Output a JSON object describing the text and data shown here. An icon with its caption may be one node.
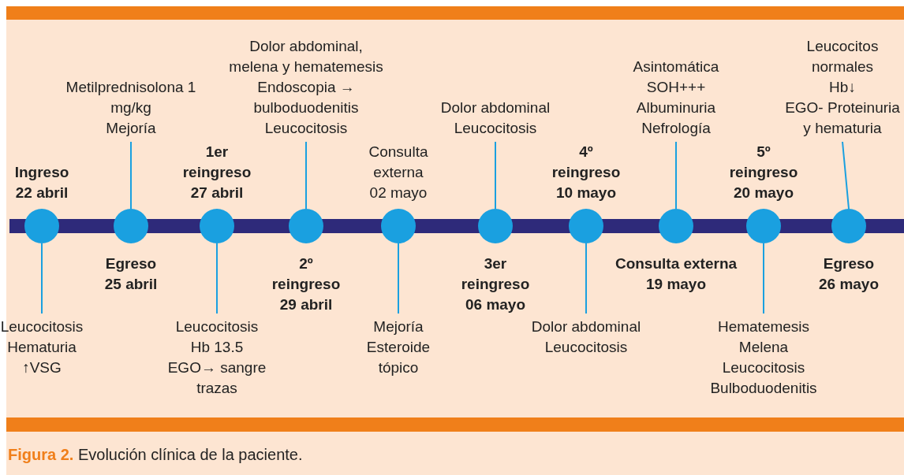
{
  "diagram": {
    "caption": "**Figura 2.** Evolución clínica de la paciente.",
    "nodes": [
      {
        "text": [],
        "shape": "circle",
        "beside": [
          "Ingreso",
          "22 abril"
        ]
      },
      {
        "text": [],
        "shape": "circle",
        "beside": [
          "Egreso",
          "25 abril"
        ]
      },
      {
        "text": [],
        "shape": "circle",
        "beside": [
          "1er reingreso",
          "27 abril"
        ]
      },
      {
        "text": [],
        "shape": "circle",
        "beside": [
          "2º reingreso",
          "29 abril"
        ]
      },
      {
        "text": [],
        "shape": "circle",
        "beside": [
          "Consulta externa",
          "02 mayo"
        ]
      },
      {
        "text": [],
        "shape": "circle",
        "beside": [
          "3er reingreso",
          "06 mayo"
        ]
      },
      {
        "text": [],
        "shape": "circle",
        "beside": [
          "4º reingreso",
          "10 mayo"
        ]
      },
      {
        "text": [],
        "shape": "circle",
        "beside": [
          "Consulta externa",
          "19 mayo"
        ]
      },
      {
        "text": [],
        "shape": "circle",
        "beside": [
          "5º reingreso",
          "20 mayo"
        ]
      },
      {
        "text": [],
        "shape": "circle",
        "beside": [
          "Egreso",
          "26 mayo"
        ]
      },
      {
        "text": [
          "Leucocitosis",
          "Hematuria",
          "↑VSG"
        ]
      },
      {
        "text": [
          "Metilprednisolona 1 mg/kg",
          "Mejoría"
        ]
      },
      {
        "text": [
          "Leucocitosis",
          "Hb 13.5",
          "EGO→ sangre trazas"
        ]
      },
      {
        "text": [
          "Dolor abdominal, melena y hematemesis",
          "Endoscopia → bulboduodenitis",
          "Leucocitosis"
        ]
      },
      {
        "text": [
          "Mejoría",
          "Esteroide tópico"
        ]
      },
      {
        "text": [
          "Dolor abdominal",
          "Leucocitosis"
        ]
      },
      {
        "text": [
          "Dolor abdominal",
          "Leucocitosis"
        ]
      },
      {
        "text": [
          "Asintomática",
          "SOH+++",
          "Albuminuria",
          "Nefrología"
        ]
      },
      {
        "text": [
          "Hematemesis",
          "Melena",
          "Leucocitosis",
          "Bulboduodenitis"
        ]
      },
      {
        "text": [
          "Leucocitos normales",
          "Hb↓",
          "EGO- Proteinuria y hematuria"
        ]
      },
      {
        "text": [],
        "shape": "bar"
      }
    ],
    "edges": [
      {
        "from": 10,
        "to": 0,
        "arrow": "none"
      },
      {
        "from": 11,
        "to": 1,
        "arrow": "none"
      },
      {
        "from": 12,
        "to": 2,
        "arrow": "none"
      },
      {
        "from": 13,
        "to": 3,
        "arrow": "none"
      },
      {
        "from": 14,
        "to": 4,
        "arrow": "none"
      },
      {
        "from": 15,
        "to": 5,
        "arrow": "none"
      },
      {
        "from": 16,
        "to": 6,
        "arrow": "none"
      },
      {
        "from": 17,
        "to": 7,
        "arrow": "none"
      },
      {
        "from": 18,
        "to": 8,
        "arrow": "none"
      },
      {
        "from": 19,
        "to": 9,
        "arrow": "none"
      }
    ]
  }
}
